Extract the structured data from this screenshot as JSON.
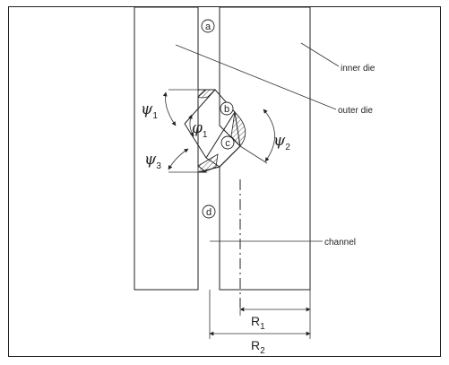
{
  "labels": {
    "inner_die": "inner die",
    "outer_die": "outer die",
    "channel": "channel"
  },
  "zones": {
    "a": "a",
    "b": "b",
    "c": "c",
    "d": "d"
  },
  "angles": {
    "psi1": {
      "symbol": "ψ",
      "sub": "1"
    },
    "psi2": {
      "symbol": "ψ",
      "sub": "2"
    },
    "psi3": {
      "symbol": "ψ",
      "sub": "3"
    },
    "phi1": {
      "symbol": "φ",
      "sub": "1"
    }
  },
  "dimensions": {
    "r1": {
      "symbol": "R",
      "sub": "1"
    },
    "r2": {
      "symbol": "R",
      "sub": "2"
    }
  }
}
